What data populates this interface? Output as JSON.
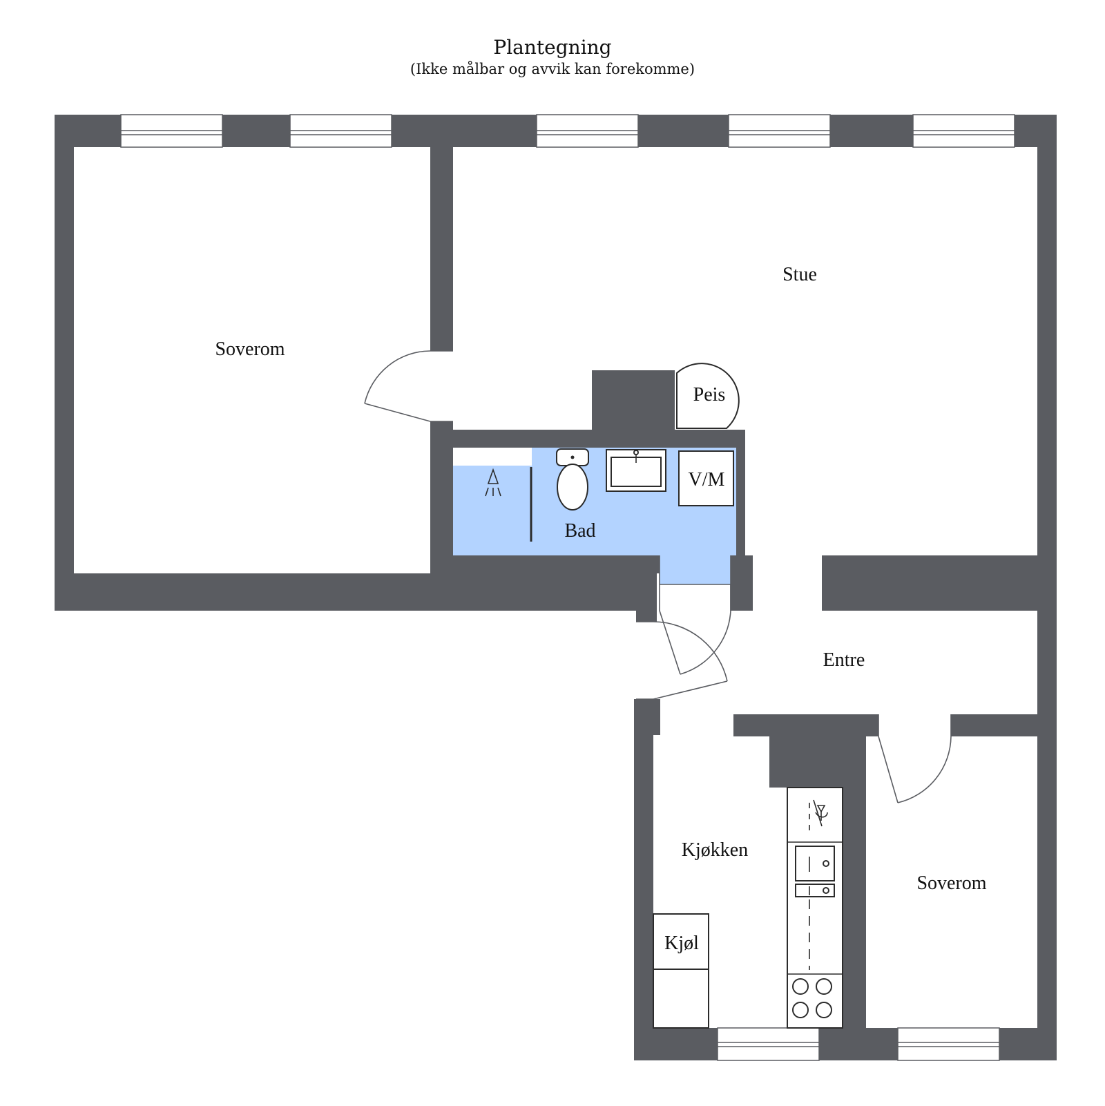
{
  "header": {
    "title": "Plantegning",
    "subtitle": "(Ikke målbar og avvik kan forekomme)"
  },
  "rooms": {
    "soverom_1": "Soverom",
    "stue": "Stue",
    "peis": "Peis",
    "vm": "V/M",
    "bad": "Bad",
    "entre": "Entre",
    "kjokken": "Kjøkken",
    "kjol": "Kjøl",
    "soverom_2": "Soverom"
  },
  "colors": {
    "wall": "#5a5c61",
    "bathroom_floor": "#b3d3ff"
  }
}
